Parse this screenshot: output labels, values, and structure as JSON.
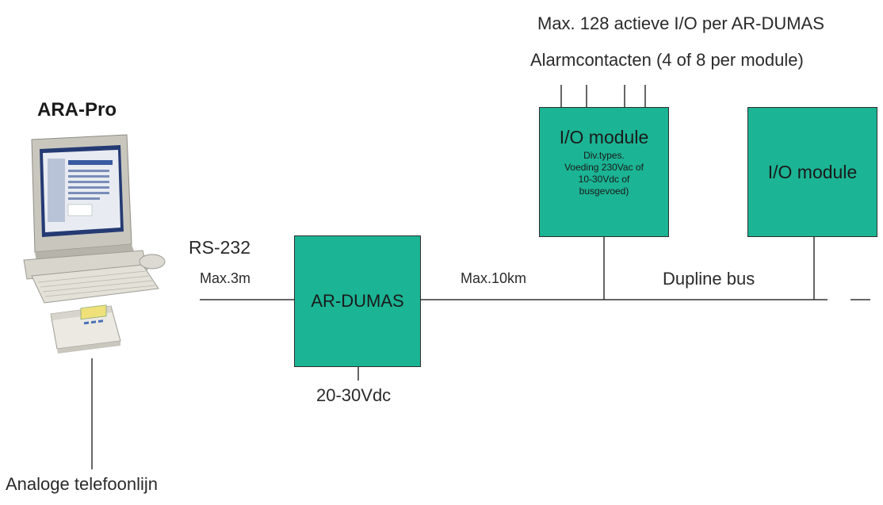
{
  "top_note_1": "Max. 128 actieve I/O per AR-DUMAS",
  "top_note_2": "Alarmcontacten (4 of 8 per module)",
  "pc_title": "ARA-Pro",
  "rs232_label": "RS-232",
  "rs232_length": "Max.3m",
  "ardumas_label": "AR-DUMAS",
  "ardumas_supply": "20-30Vdc",
  "bus_length": "Max.10km",
  "bus_label": "Dupline bus",
  "io_module_1": {
    "title": "I/O module",
    "line1": "Div.types.",
    "line2": "Voeding 230Vac of",
    "line3": "10-30Vdc of",
    "line4": "busgevoed)"
  },
  "io_module_2": {
    "title": "I/O module"
  },
  "phone_line_label": "Analoge telefoonlijn",
  "colors": {
    "module_fill": "#1bb494",
    "line": "#333333"
  },
  "icons": [
    "computer-workstation-icon",
    "modem-icon"
  ]
}
